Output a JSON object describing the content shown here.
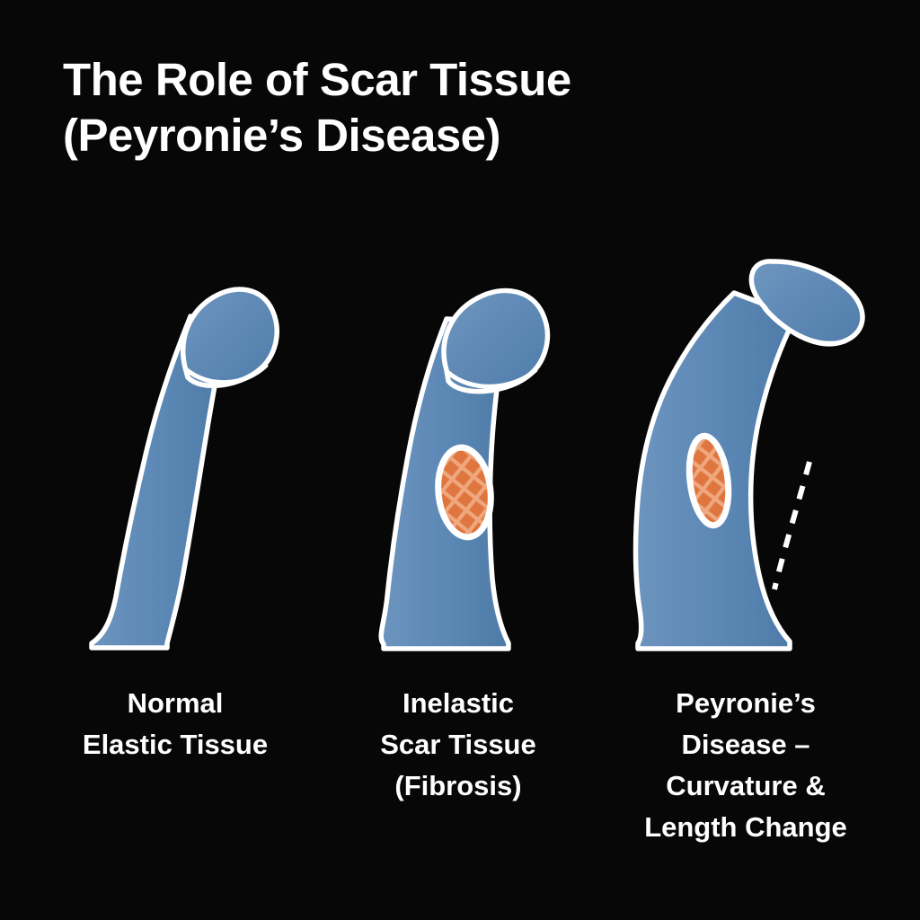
{
  "background_color": "#070707",
  "palette": {
    "tissue_blue": "#5B87B5",
    "tissue_blue_dark": "#4F7BA8",
    "outline_white": "#FFFFFF",
    "plaque_orange": "#E0763F",
    "plaque_hatch": "#EFA77E",
    "text_white": "#FFFFFF"
  },
  "title": {
    "lines": [
      "The Role of Scar Tissue",
      "(Peyronie’s Disease)"
    ]
  },
  "figures": [
    {
      "id": "normal",
      "caption_lines": [
        "Normal",
        "Elastic Tissue"
      ],
      "has_plaque": false,
      "has_curvature_guide": false,
      "shape_label": "upright-shaft-with-glans"
    },
    {
      "id": "fibrosis",
      "caption_lines": [
        "Inelastic",
        "Scar Tissue",
        "(Fibrosis)"
      ],
      "has_plaque": true,
      "has_curvature_guide": false,
      "shape_label": "upright-shaft-with-scar-plaque"
    },
    {
      "id": "peyronies",
      "caption_lines": [
        "Peyronie’s",
        "Disease –",
        "Curvature &",
        "Length Change"
      ],
      "has_plaque": true,
      "has_curvature_guide": true,
      "shape_label": "curved-shaft-with-scar-plaque-and-dashed-guide"
    }
  ]
}
